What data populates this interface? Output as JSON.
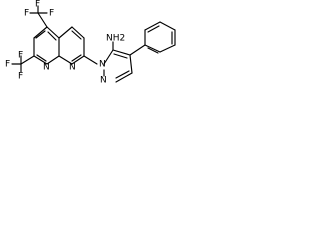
{
  "molecule": {
    "labels": {
      "cf3_top": {
        "f_top": "F",
        "f_left": "F",
        "f_right": "F"
      },
      "cf3_bottom": {
        "f_top": "F",
        "f_left": "F",
        "f_bottom": "F"
      },
      "ring_n1": "N",
      "ring_n2": "N",
      "pyrazole_n1": "N",
      "pyrazole_n2": "N",
      "amine": "NH2"
    }
  }
}
